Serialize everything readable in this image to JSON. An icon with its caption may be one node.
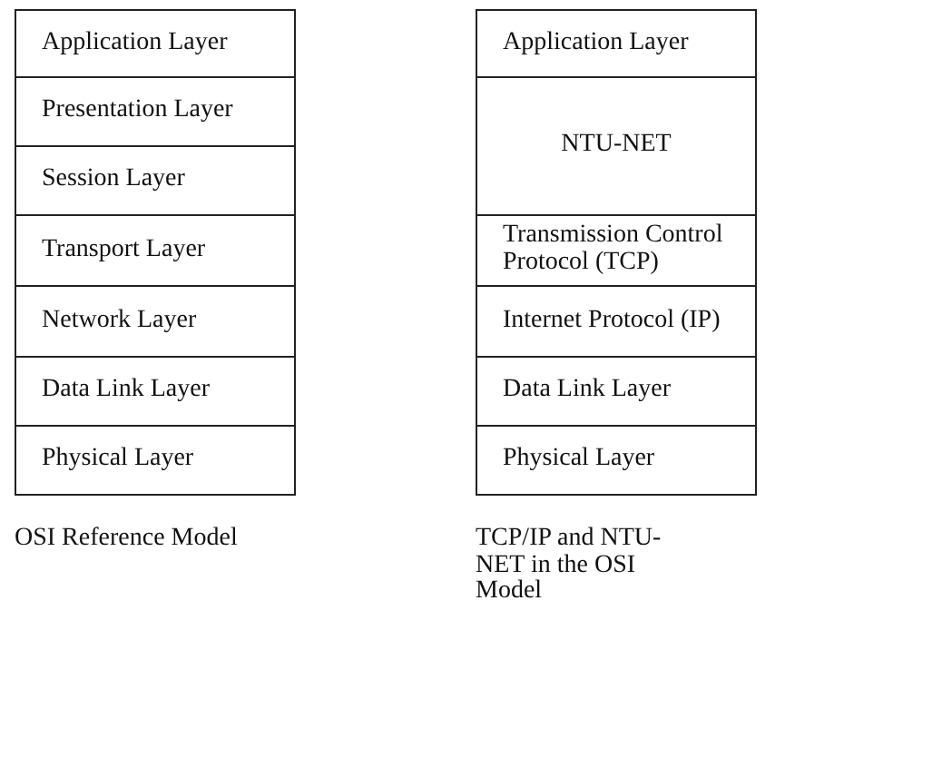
{
  "diagram": {
    "nodes": [
      {
        "text": [
          "Application Layer"
        ]
      },
      {
        "text": [
          "Presentation Layer"
        ]
      },
      {
        "text": [
          "Session Layer"
        ]
      },
      {
        "text": [
          "Transport Layer"
        ]
      },
      {
        "text": [
          "Network Layer"
        ]
      },
      {
        "text": [
          "Data Link Layer"
        ]
      },
      {
        "text": [
          "Physical Layer"
        ]
      },
      {
        "text": [
          "Application Layer"
        ]
      },
      {
        "text": [
          "NTU-NET"
        ]
      },
      {
        "text": [
          "Transmission Control Protocol (TCP)"
        ]
      },
      {
        "text": [
          "Internet Protocol (IP)"
        ]
      },
      {
        "text": [
          "Data Link Layer"
        ]
      },
      {
        "text": [
          "Physical Layer"
        ]
      }
    ],
    "edges": [],
    "labels": [
      "OSI Reference Model",
      "TCP/IP and NTU-NET in the OSI Model"
    ]
  }
}
